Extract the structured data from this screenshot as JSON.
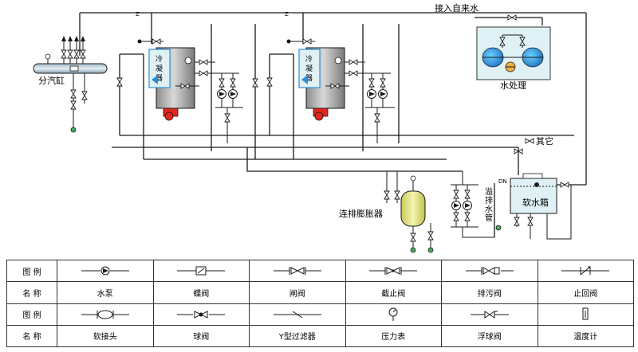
{
  "labels": {
    "water_inlet": "接入自来水",
    "water_treatment": "水处理",
    "steam_header": "分汽缸",
    "condenser_1": "冷凝器",
    "condenser_2": "冷凝器",
    "other": "其它",
    "blowdown_tank": "连排膨胀器",
    "overflow_pipe": "溢排水管",
    "soft_water_tank": "软水箱",
    "dn": "DN",
    "z1": "Z",
    "z2": "Z"
  },
  "legend": {
    "row1_head": "图  例",
    "row2_head": "名  称",
    "row3_head": "图  例",
    "row4_head": "名  称",
    "names_row1": [
      "水泵",
      "蝶阀",
      "闸阀",
      "截止阀",
      "排污阀",
      "止回阀"
    ],
    "icons_row1": [
      "pump-icon",
      "butterfly-valve-icon",
      "gate-valve-icon",
      "globe-valve-icon",
      "blowdown-valve-icon",
      "check-valve-icon"
    ],
    "names_row2": [
      "软接头",
      "球阀",
      "Y型过滤器",
      "压力表",
      "浮球阀",
      "温度计"
    ],
    "icons_row2": [
      "flexible-joint-icon",
      "ball-valve-icon",
      "y-strainer-icon",
      "pressure-gauge-icon",
      "float-valve-icon",
      "thermometer-icon"
    ]
  },
  "colors": {
    "boiler": "#a6a6a6",
    "burner": "#e0261e",
    "tank": "#e6e682",
    "water_box": "#dff1f5",
    "accent_blue": "#2a8fd8"
  }
}
